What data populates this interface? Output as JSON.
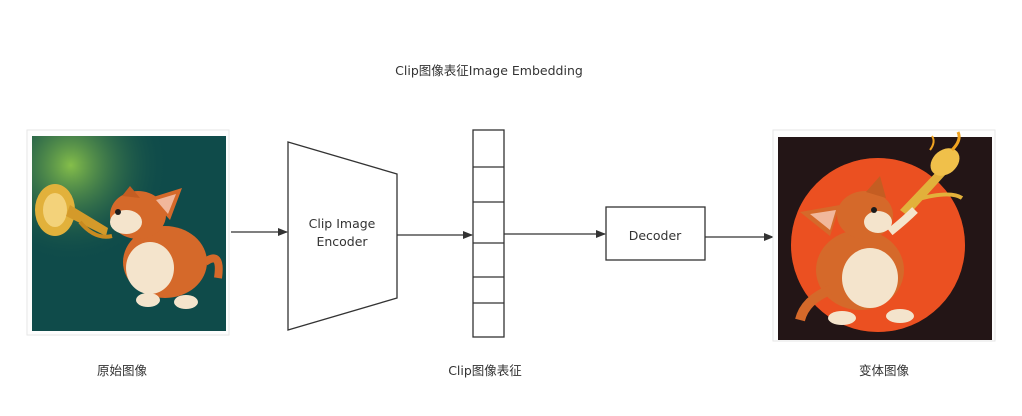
{
  "diagram": {
    "top_title": "Clip图像表征Image Embedding",
    "encoder_label_line1": "Clip Image",
    "encoder_label_line2": "Encoder",
    "decoder_label": "Decoder",
    "caption_original": "原始图像",
    "caption_embedding": "Clip图像表征",
    "caption_variant": "变体图像",
    "embedding_cell_count": 6
  },
  "colors": {
    "line": "#333333",
    "original_bg": "#0f4b4a",
    "variant_bg": "#231516",
    "variant_sun": "#e8431c",
    "corgi_orange": "#d5692a",
    "corgi_cream": "#f4e4cc",
    "trumpet_gold": "#e2b13b"
  }
}
